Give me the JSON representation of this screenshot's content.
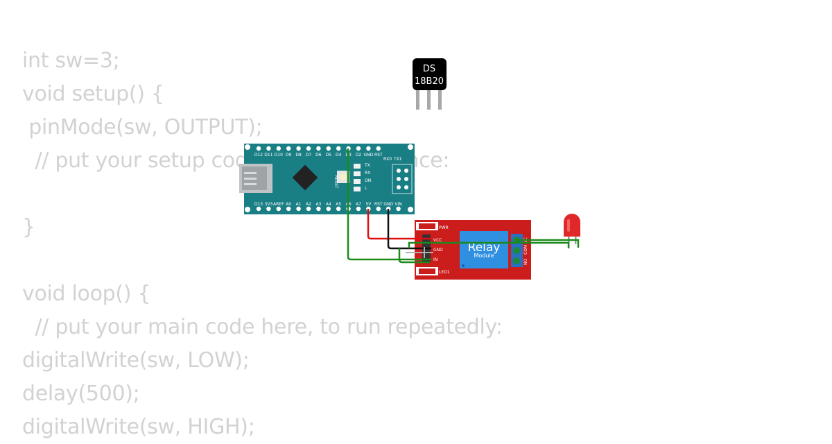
{
  "code": {
    "lines": [
      "int sw=3;",
      "void setup() {",
      " pinMode(sw, OUTPUT);",
      "  // put your setup code here, to run once:",
      "",
      "}",
      "",
      "void loop() {",
      "  // put your main code here, to run repeatedly:",
      "digitalWrite(sw, LOW);",
      "delay(500);",
      "digitalWrite(sw, HIGH);"
    ]
  },
  "sensor": {
    "label_line1": "DS",
    "label_line2": "18B20"
  },
  "arduino": {
    "top_pins": [
      "D12",
      "D11",
      "D10",
      "D9",
      "D8",
      "D7",
      "D6",
      "D5",
      "D4",
      "D3",
      "D2",
      "GND",
      "RST"
    ],
    "bottom_pins": [
      "D13",
      "3V3",
      "AREF",
      "A0",
      "A1",
      "A2",
      "A3",
      "A4",
      "A5",
      "A6",
      "A7",
      "5V",
      "RST",
      "GND",
      "VIN"
    ],
    "reset_label": "RESET",
    "led_labels": [
      "TX",
      "RX",
      "ON",
      "L"
    ],
    "header_labels": [
      "RX0",
      "TX1"
    ]
  },
  "relay": {
    "title": "Relay",
    "subtitle": "Module",
    "pin_labels": [
      "VCC",
      "GND",
      "IN"
    ],
    "pwr_label": "PWR",
    "led1_label": "LED1",
    "terminal_labels": [
      "NO",
      "COM",
      "NC"
    ]
  },
  "colors": {
    "arduino_board": "#1a7f85",
    "relay_board": "#cc1d1d",
    "relay_block": "#2f8fe0",
    "wire_green": "#1b8a1b",
    "wire_red": "#e01010",
    "wire_black": "#111111",
    "led_red": "#e02828",
    "code_text": "#d2d2d2"
  }
}
